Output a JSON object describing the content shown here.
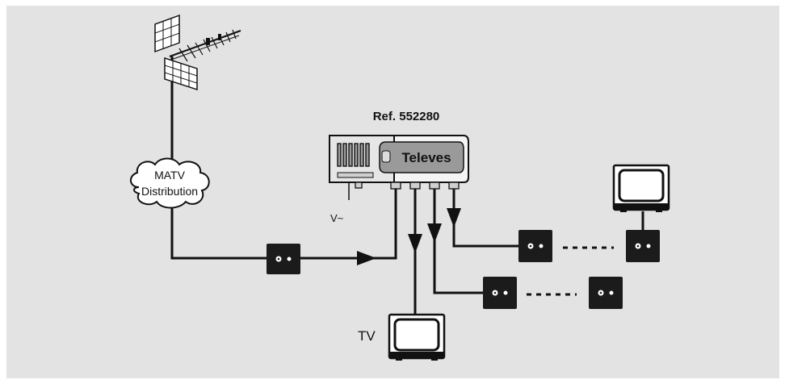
{
  "diagram": {
    "ref_label": "Ref. 552280",
    "amplifier_brand": "Televes",
    "cloud_line1": "MATV",
    "cloud_line2": "Distribution",
    "power_label": "V~",
    "tv_label": "TV"
  },
  "colors": {
    "background_panel": "#e3e3e3",
    "line": "#111111",
    "outlet": "#1b1b1b"
  }
}
